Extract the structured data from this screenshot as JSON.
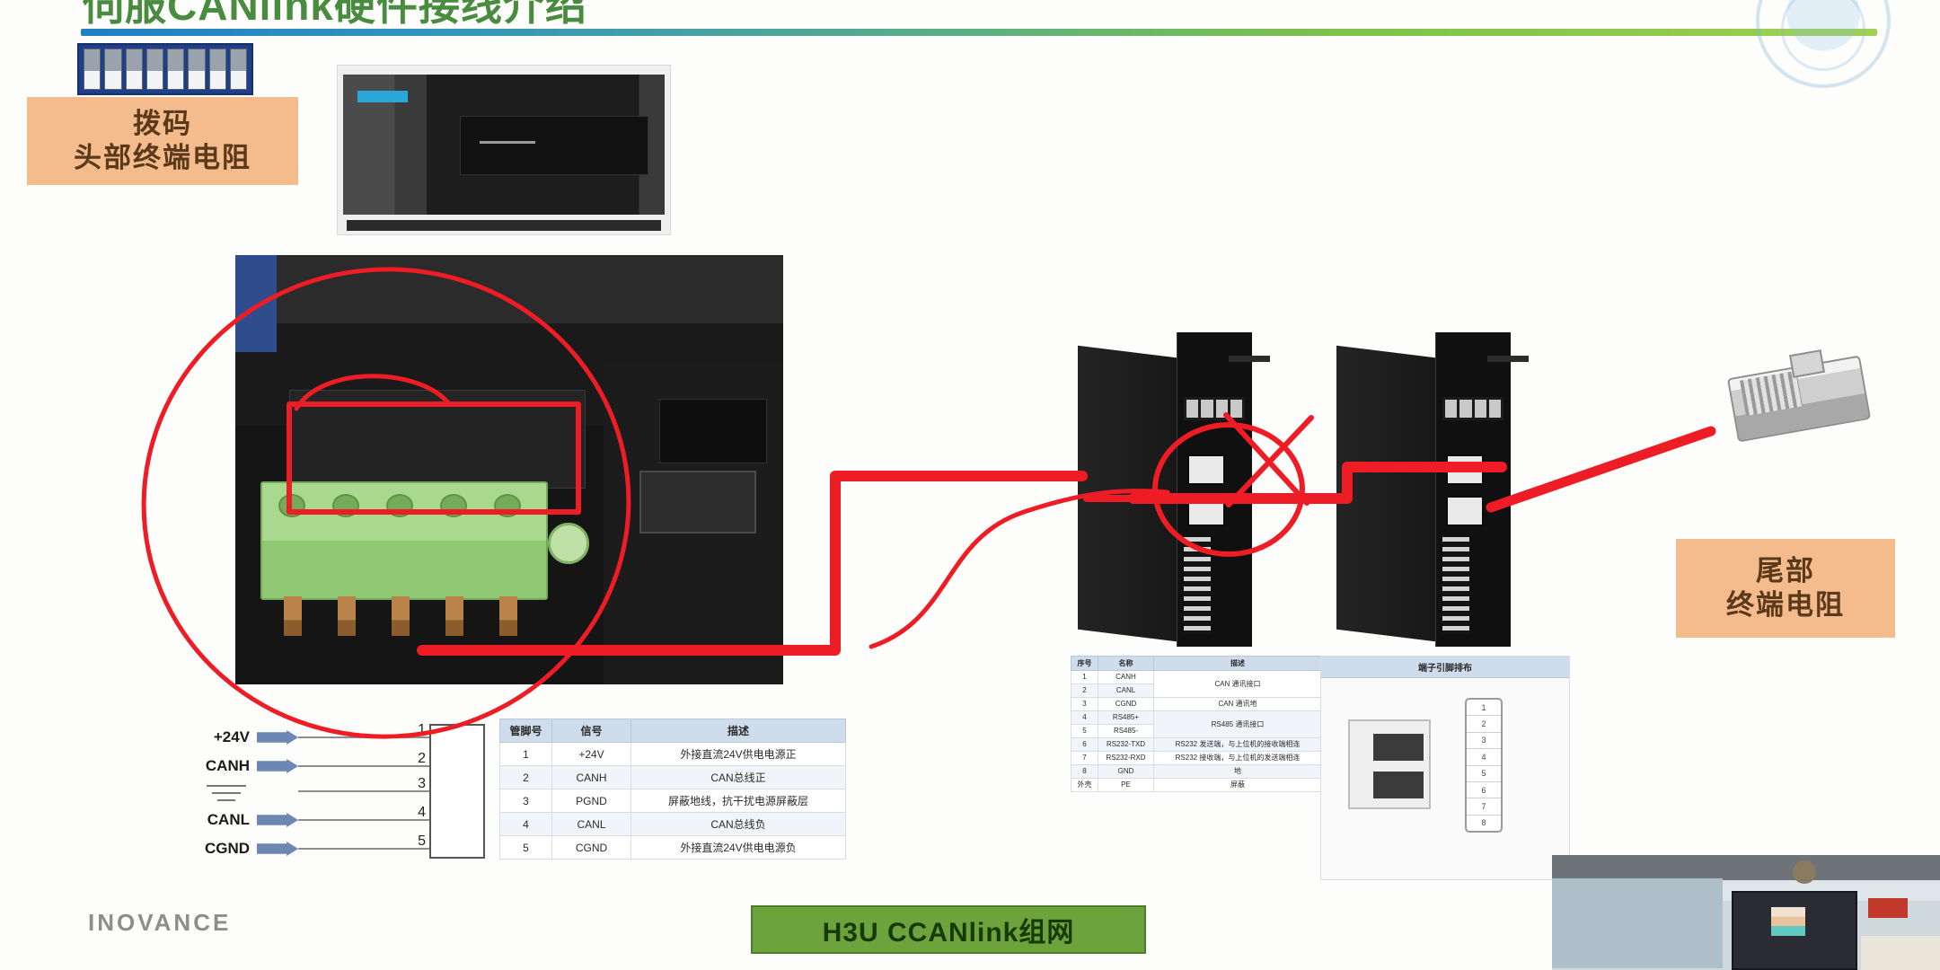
{
  "slide": {
    "title": "伺服CANlink硬件接线介绍",
    "brand": "INOVANCE",
    "caption": "H3U CCANlink组网"
  },
  "callouts": {
    "head": {
      "line1": "拨码",
      "line2": "头部终端电阻"
    },
    "tail": {
      "line1": "尾部",
      "line2": "终端电阻"
    }
  },
  "dip_switch": {
    "positions": 8,
    "color": "#1f3f86"
  },
  "pin_diagram": {
    "pins": [
      {
        "num": "1",
        "label": "+24V",
        "has_arrow": true
      },
      {
        "num": "2",
        "label": "CANH",
        "has_arrow": true
      },
      {
        "num": "3",
        "label": "",
        "has_arrow": false
      },
      {
        "num": "4",
        "label": "CANL",
        "has_arrow": true
      },
      {
        "num": "5",
        "label": "CGND",
        "has_arrow": true
      }
    ]
  },
  "table_left": {
    "headers": [
      "管脚号",
      "信号",
      "描述"
    ],
    "rows": [
      [
        "1",
        "+24V",
        "外接直流24V供电电源正"
      ],
      [
        "2",
        "CANH",
        "CAN总线正"
      ],
      [
        "3",
        "PGND",
        "屏蔽地线，抗干扰电源屏蔽层"
      ],
      [
        "4",
        "CANL",
        "CAN总线负"
      ],
      [
        "5",
        "CGND",
        "外接直流24V供电电源负"
      ]
    ]
  },
  "table_right": {
    "headers": [
      "序号",
      "名称",
      "描述"
    ],
    "rows": [
      [
        "1",
        "CANH",
        "CAN 通讯接口"
      ],
      [
        "2",
        "CANL",
        ""
      ],
      [
        "3",
        "CGND",
        "CAN 通讯地"
      ],
      [
        "4",
        "RS485+",
        "RS485 通讯接口"
      ],
      [
        "5",
        "RS485-",
        ""
      ],
      [
        "6",
        "RS232-TXD",
        "RS232 发送端，与上位机的接收端相连"
      ],
      [
        "7",
        "RS232-RXD",
        "RS232 接收端，与上位机的发送端相连"
      ],
      [
        "8",
        "GND",
        "地"
      ],
      [
        "外壳",
        "PE",
        "屏蔽"
      ]
    ]
  },
  "rj45_panel": {
    "header": "端子引脚排布",
    "pin_numbers": [
      "1",
      "2",
      "3",
      "4",
      "5",
      "6",
      "7",
      "8"
    ]
  },
  "colors": {
    "accent_green": "#6ca33c",
    "callout_orange": "#f4bb8c",
    "annotation_red": "#ee1c25",
    "title_green": "#4a8c3f",
    "rule_blue": "#1f7fc4"
  }
}
